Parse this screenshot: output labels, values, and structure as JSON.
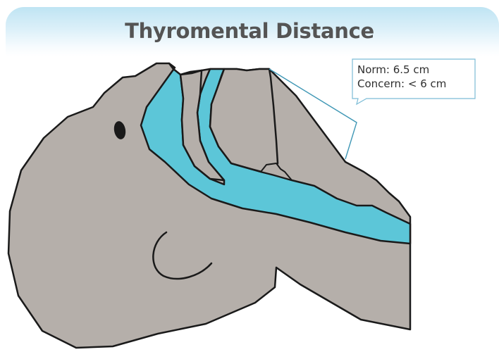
{
  "diagram": {
    "title": "Thyromental Distance",
    "note": {
      "line1": "Norm: 6.5 cm",
      "line2": "Concern: < 6 cm"
    }
  },
  "colors": {
    "header_gradient_top": "#bfe4f3",
    "skin": "#b5afaa",
    "airway": "#5cc6d8",
    "outline": "#1a1a1a",
    "measure_line": "#3f97b5",
    "title_text": "#545454"
  }
}
